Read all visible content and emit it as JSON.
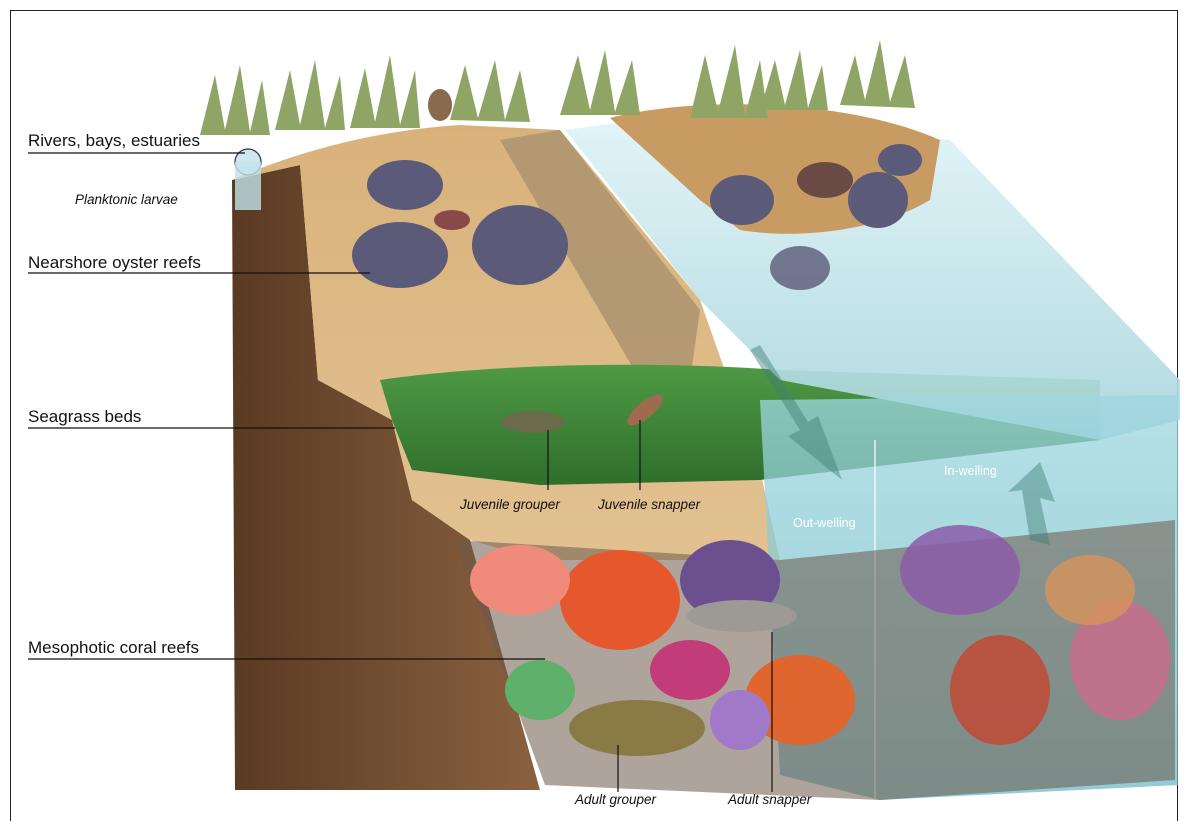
{
  "labels": {
    "rivers": "Rivers, bays, estuaries",
    "plankton": "Planktonic larvae",
    "oyster": "Nearshore oyster reefs",
    "seagrass": "Seagrass beds",
    "mesophotic": "Mesophotic coral reefs"
  },
  "species": {
    "juvenile_grouper": "Juvenile grouper",
    "juvenile_snapper": "Juvenile snapper",
    "adult_grouper": "Adult grouper",
    "adult_snapper": "Adult snapper"
  },
  "flows": {
    "out": "Out-welling",
    "in": "In-welling"
  },
  "colors": {
    "sand": "#d8b27a",
    "soil": "#7a5434",
    "seagrass": "#3f8a3a",
    "water": "#bfe3e8",
    "oyster": "#5b5a78"
  }
}
